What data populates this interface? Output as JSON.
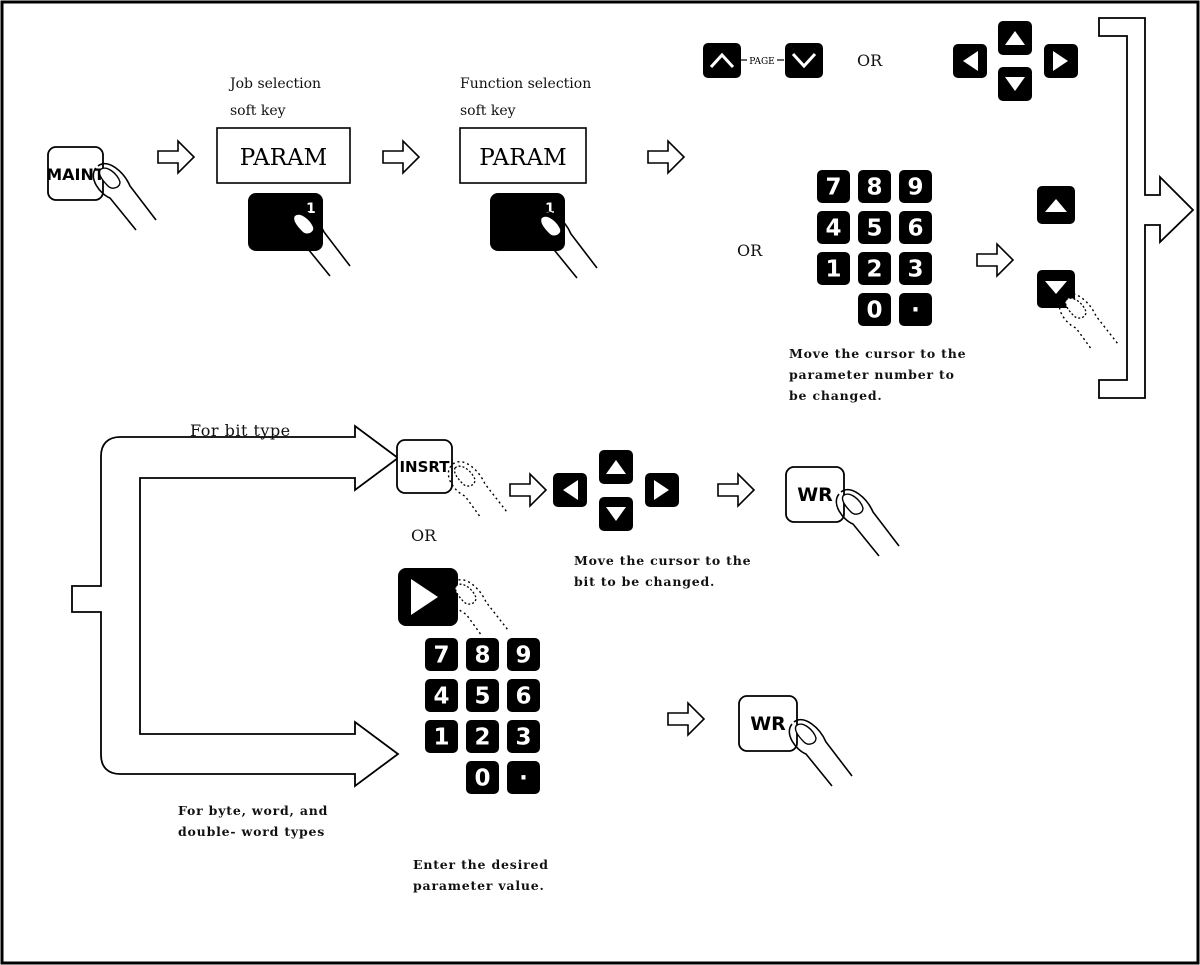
{
  "top_row": {
    "maint_key": "MAINT",
    "job_label": [
      "Job selection",
      "soft key"
    ],
    "job_soft_key": "PARAM",
    "func_label": [
      "Function selection",
      "soft key"
    ],
    "func_soft_key": "PARAM",
    "soft_key_number": "1",
    "page_label": "PAGE",
    "or_1": "OR",
    "or_2": "OR",
    "cursor_caption": [
      "Move the cursor to the",
      "parameter number to",
      "be changed."
    ]
  },
  "bottom_row": {
    "bit_type_label": "For bit type",
    "insrt_key": "INSRT",
    "or_label": "OR",
    "bit_caption": [
      "Move the cursor to the",
      "bit to be changed."
    ],
    "wr_key": "WR",
    "byte_label": [
      "For byte, word, and",
      "double- word types"
    ],
    "value_caption": [
      "Enter the desired",
      "parameter  value."
    ]
  },
  "numpad_keys": [
    "7",
    "8",
    "9",
    "4",
    "5",
    "6",
    "1",
    "2",
    "3",
    "0",
    "."
  ]
}
